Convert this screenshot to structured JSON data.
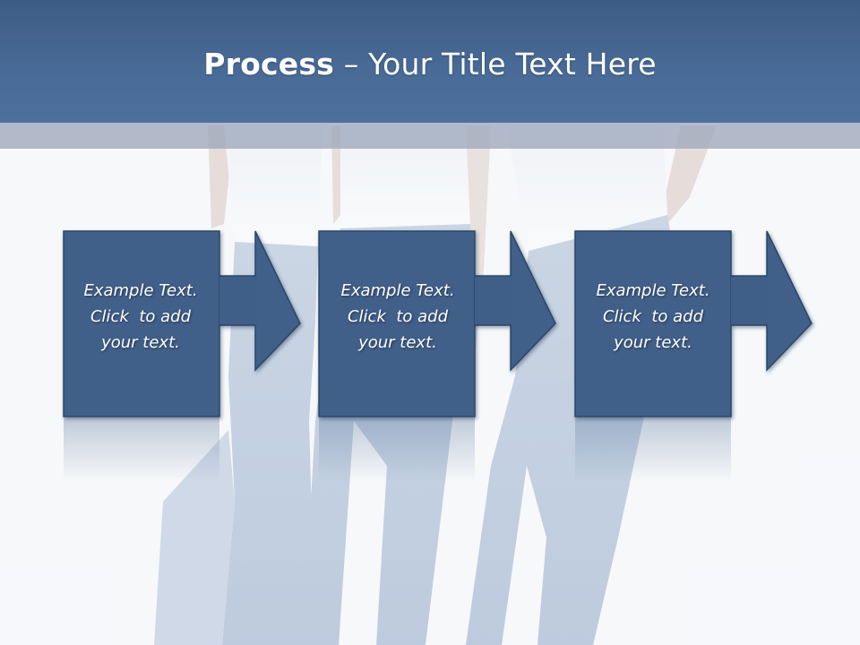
{
  "slide": {
    "title_bold": "Process",
    "title_rest": " – Your Title Text Here"
  },
  "steps": [
    {
      "line1": "Example Text.",
      "line2": "Click  to add",
      "line3": "your text."
    },
    {
      "line1": "Example Text.",
      "line2": "Click  to add",
      "line3": "your text."
    },
    {
      "line1": "Example Text.",
      "line2": "Click  to add",
      "line3": "your text."
    }
  ],
  "colors": {
    "header": "#496b97",
    "box_fill": "#3f5f89",
    "box_border": "#2c4668",
    "band": "#9ba6b9"
  }
}
